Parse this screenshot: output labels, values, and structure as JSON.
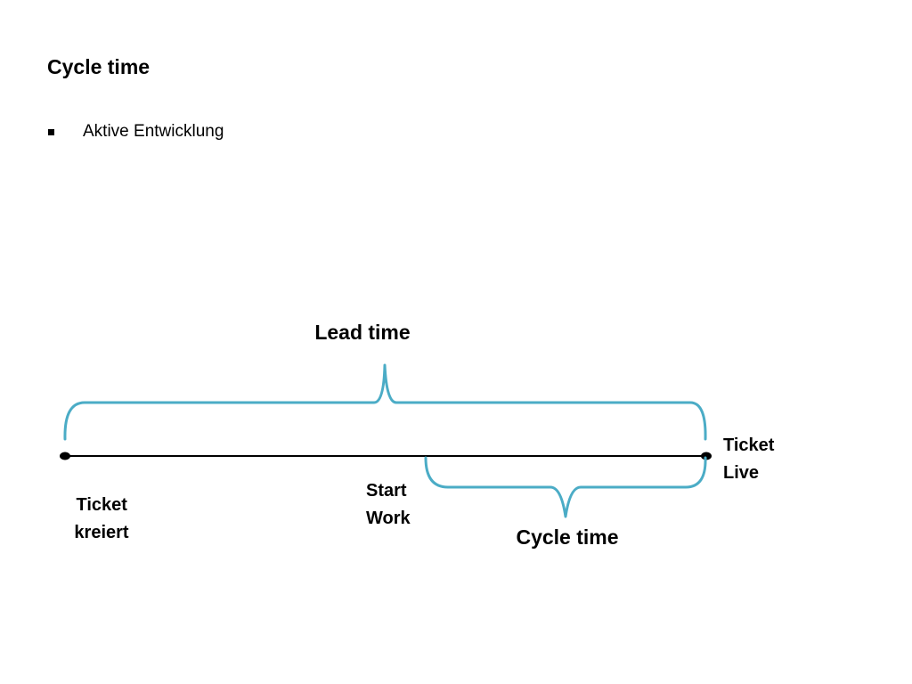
{
  "slide": {
    "title": "Cycle time",
    "bullets": [
      {
        "text": "Aktive Entwicklung"
      }
    ]
  },
  "diagram": {
    "lead_time_label": "Lead time",
    "cycle_time_label": "Cycle time",
    "events": {
      "created": [
        "Ticket",
        "kreiert"
      ],
      "start": [
        "Start",
        "Work"
      ],
      "live": [
        "Ticket",
        "Live"
      ]
    },
    "colors": {
      "brace": "#4bacc6",
      "timeline": "#000000"
    }
  }
}
